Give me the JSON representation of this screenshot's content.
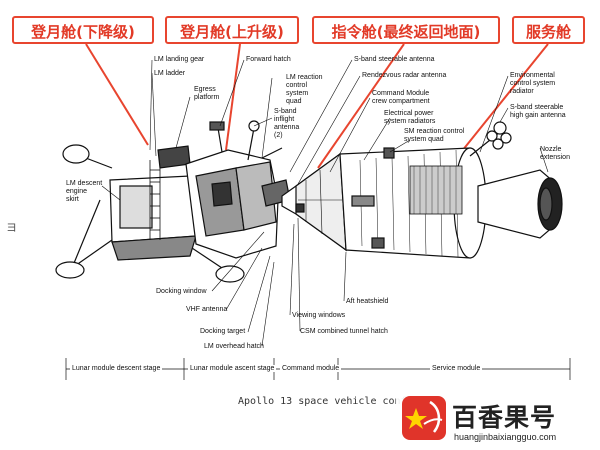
{
  "callouts": {
    "descent": "登月舱(下降级)",
    "ascent": "登月舱(上升级)",
    "command": "指令舱(最终返回地面)",
    "service": "服务舱"
  },
  "labels": {
    "lm_landing_gear": "LM landing gear",
    "lm_ladder": "LM ladder",
    "egress_platform": "Egress\nplatform",
    "lm_descent_engine_skirt": "LM descent\nengine\nskirt",
    "forward_hatch": "Forward hatch",
    "lm_reaction_control_quad": "LM reaction\ncontrol\nsystem\nquad",
    "sband_inflight_antenna": "S-band\ninflight\nantenna\n(2)",
    "sband_steerable_antenna": "S-band steerable antenna",
    "rendezvous_radar_antenna": "Rendezvous radar antenna",
    "command_module_crew_compartment": "Command Module\ncrew compartment",
    "electrical_power_radiators": "Electrical power\nsystem radiators",
    "sm_reaction_control_quad": "SM reaction control\nsystem quad",
    "env_control_radiator": "Environmental\ncontrol system\nradiator",
    "sband_high_gain": "S-band steerable\nhigh gain antenna",
    "nozzle_extension": "Nozzle\nextension",
    "docking_window": "Docking window",
    "vhf_antenna": "VHF antenna",
    "docking_target": "Docking target",
    "lm_overhead_hatch": "LM overhead hatch",
    "viewing_windows": "Viewing windows",
    "csm_tunnel_hatch": "CSM combined tunnel hatch",
    "aft_heatshield": "Aft heatshield"
  },
  "modules": {
    "descent_stage": "Lunar module descent stage",
    "ascent_stage": "Lunar module ascent stage",
    "command_module": "Command module",
    "service_module": "Service module"
  },
  "caption": "Apollo 13 space vehicle configu",
  "side_mark": "ヨ",
  "watermark": {
    "name": "百香果号",
    "url": "huangjinbaixiangguo.com"
  },
  "colors": {
    "callout_border": "#e8452f",
    "callout_text": "#e23a27",
    "logo_red": "#e0342a",
    "logo_star": "#ffd400"
  }
}
